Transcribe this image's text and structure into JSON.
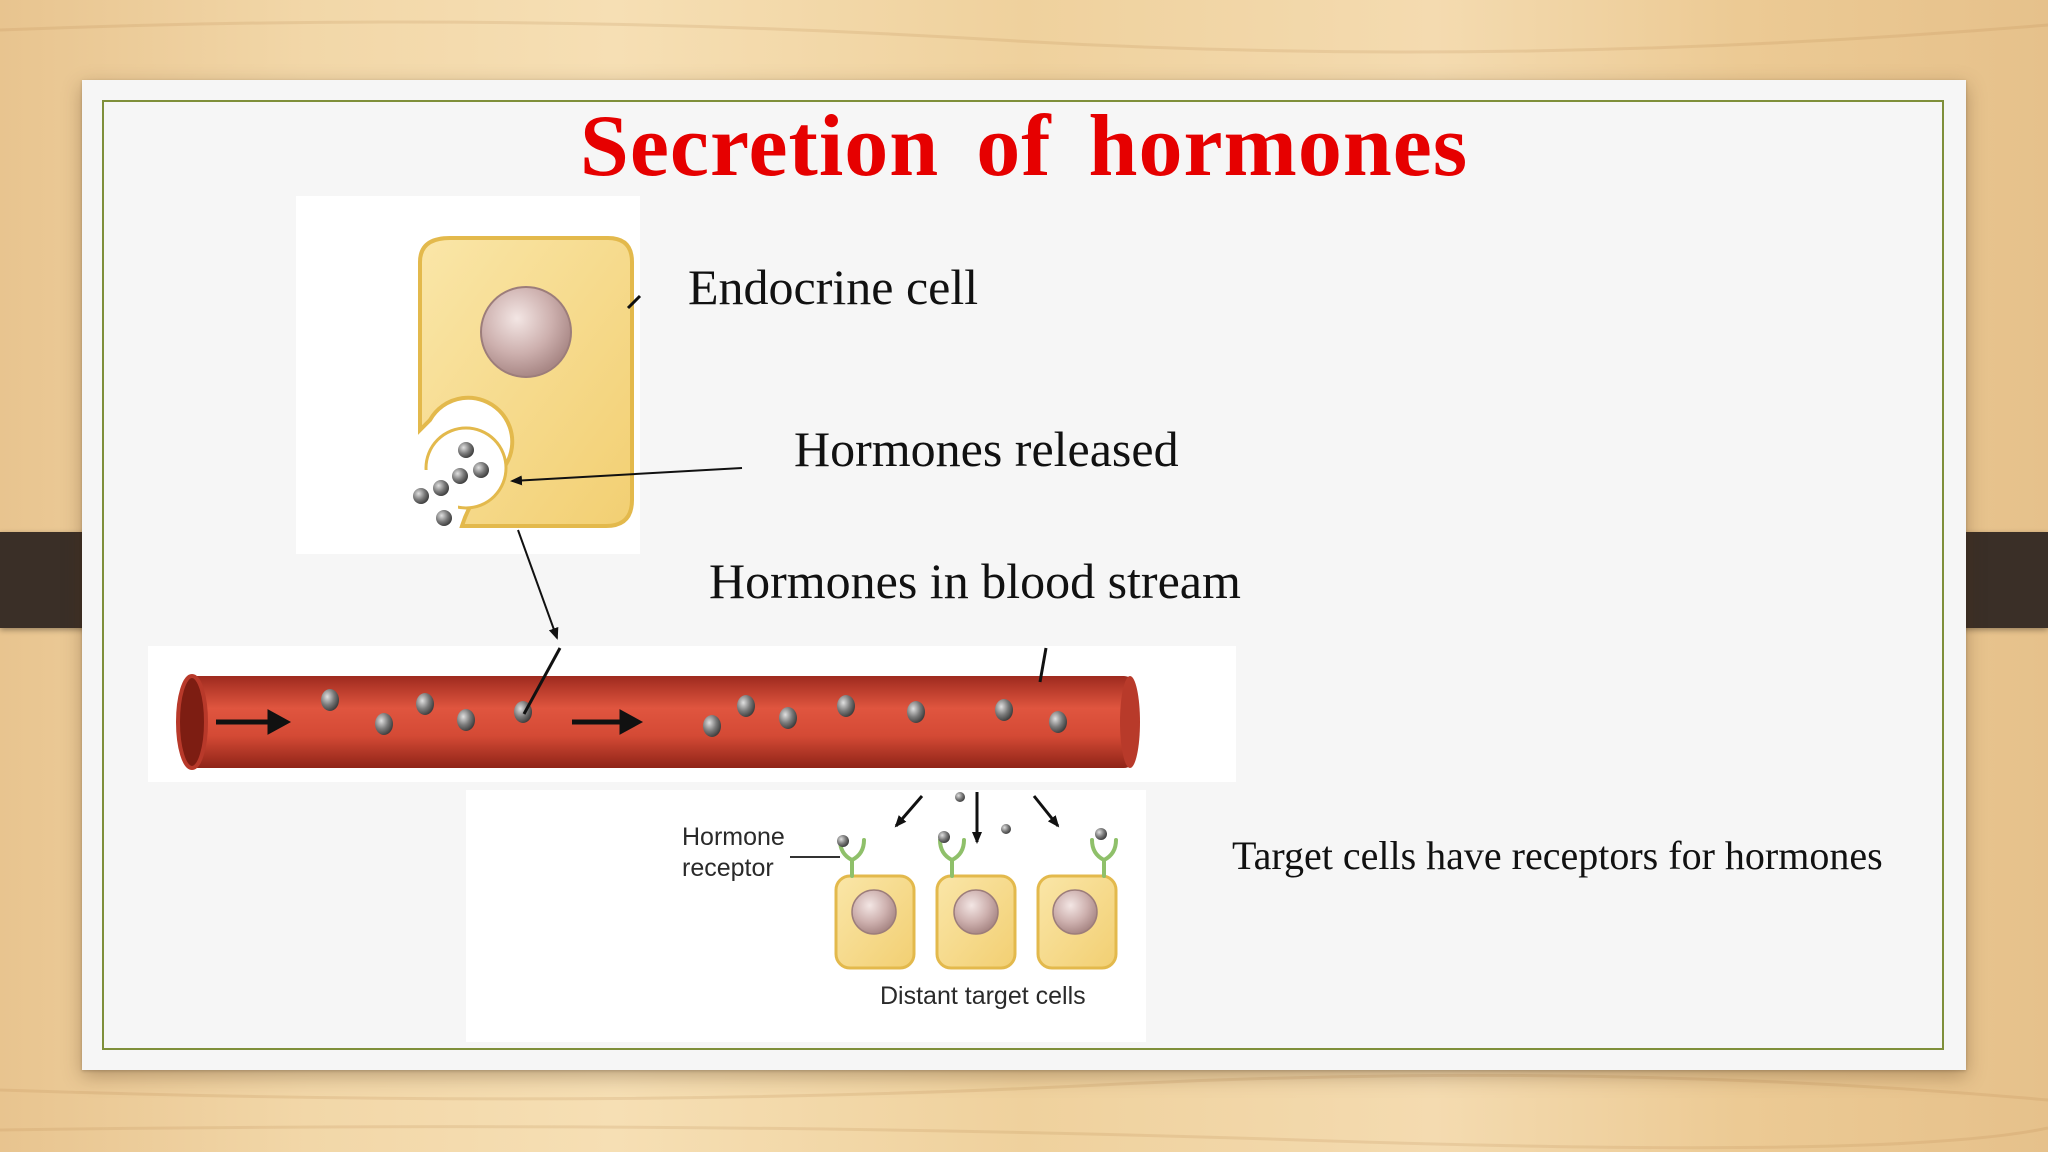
{
  "slide": {
    "title": "Secretion of  hormones"
  },
  "labels": {
    "endocrine_cell": "Endocrine cell",
    "hormones_released": "Hormones released",
    "hormones_in_blood": "Hormones in blood stream",
    "target_cells_text": "Target cells have receptors for hormones"
  },
  "figure_labels": {
    "hormone_receptor_line1": "Hormone",
    "hormone_receptor_line2": "receptor",
    "distant_target_cells": "Distant target cells"
  },
  "colors": {
    "title": "#e60000",
    "cell_fill": "#f7d98a",
    "cell_border": "#e6bf55",
    "nucleus": "#c9aaa8",
    "vessel": "#c8392b",
    "receptor": "#8fc06a",
    "frame_border": "#7f8f3a"
  }
}
